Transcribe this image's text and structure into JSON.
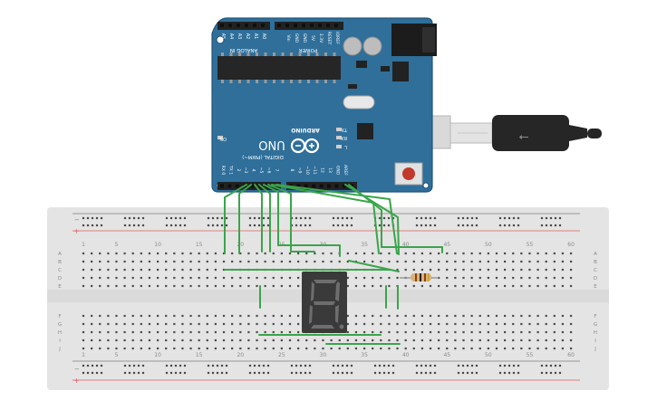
{
  "arduino": {
    "brand": "ARDUINO",
    "model": "UNO",
    "analog_header": "ANALOG IN",
    "power_header": "POWER",
    "digital_header": "DIGITAL (PWM~)",
    "analog_pins": [
      "A5",
      "A4",
      "A3",
      "A2",
      "A1",
      "A0"
    ],
    "power_pins": [
      "Vin",
      "GND",
      "GND",
      "5V",
      "3.3V",
      "RESET",
      "IOREF"
    ],
    "digital_pins": [
      "RX 0",
      "TX 1",
      "2",
      "~3",
      "4",
      "~5",
      "~6",
      "7",
      "8",
      "~9",
      "~10",
      "~11",
      "12",
      "13",
      "GND",
      "AREF"
    ],
    "on_label": "ON",
    "tx_label": "TX",
    "rx_label": "RX",
    "l_label": "L",
    "board_color": "#2f6f9a"
  },
  "breadboard": {
    "column_labels": [
      "1",
      "5",
      "10",
      "15",
      "20",
      "25",
      "30",
      "35",
      "40",
      "45",
      "50",
      "55",
      "60"
    ],
    "row_labels_top": [
      "A",
      "B",
      "C",
      "D",
      "E"
    ],
    "row_labels_bottom": [
      "F",
      "G",
      "H",
      "I",
      "J"
    ],
    "plus_symbol": "+",
    "minus_symbol": "−"
  },
  "display": {
    "digit": "8."
  },
  "colors": {
    "wire": "#3aa54a",
    "breadboard": "#e4e4e4",
    "hole": "#4a4a4a",
    "plus_line": "#e06060",
    "minus_line": "#7f7f7f",
    "display_body": "#3a3a3a",
    "display_segment": "#6e6e6e"
  }
}
